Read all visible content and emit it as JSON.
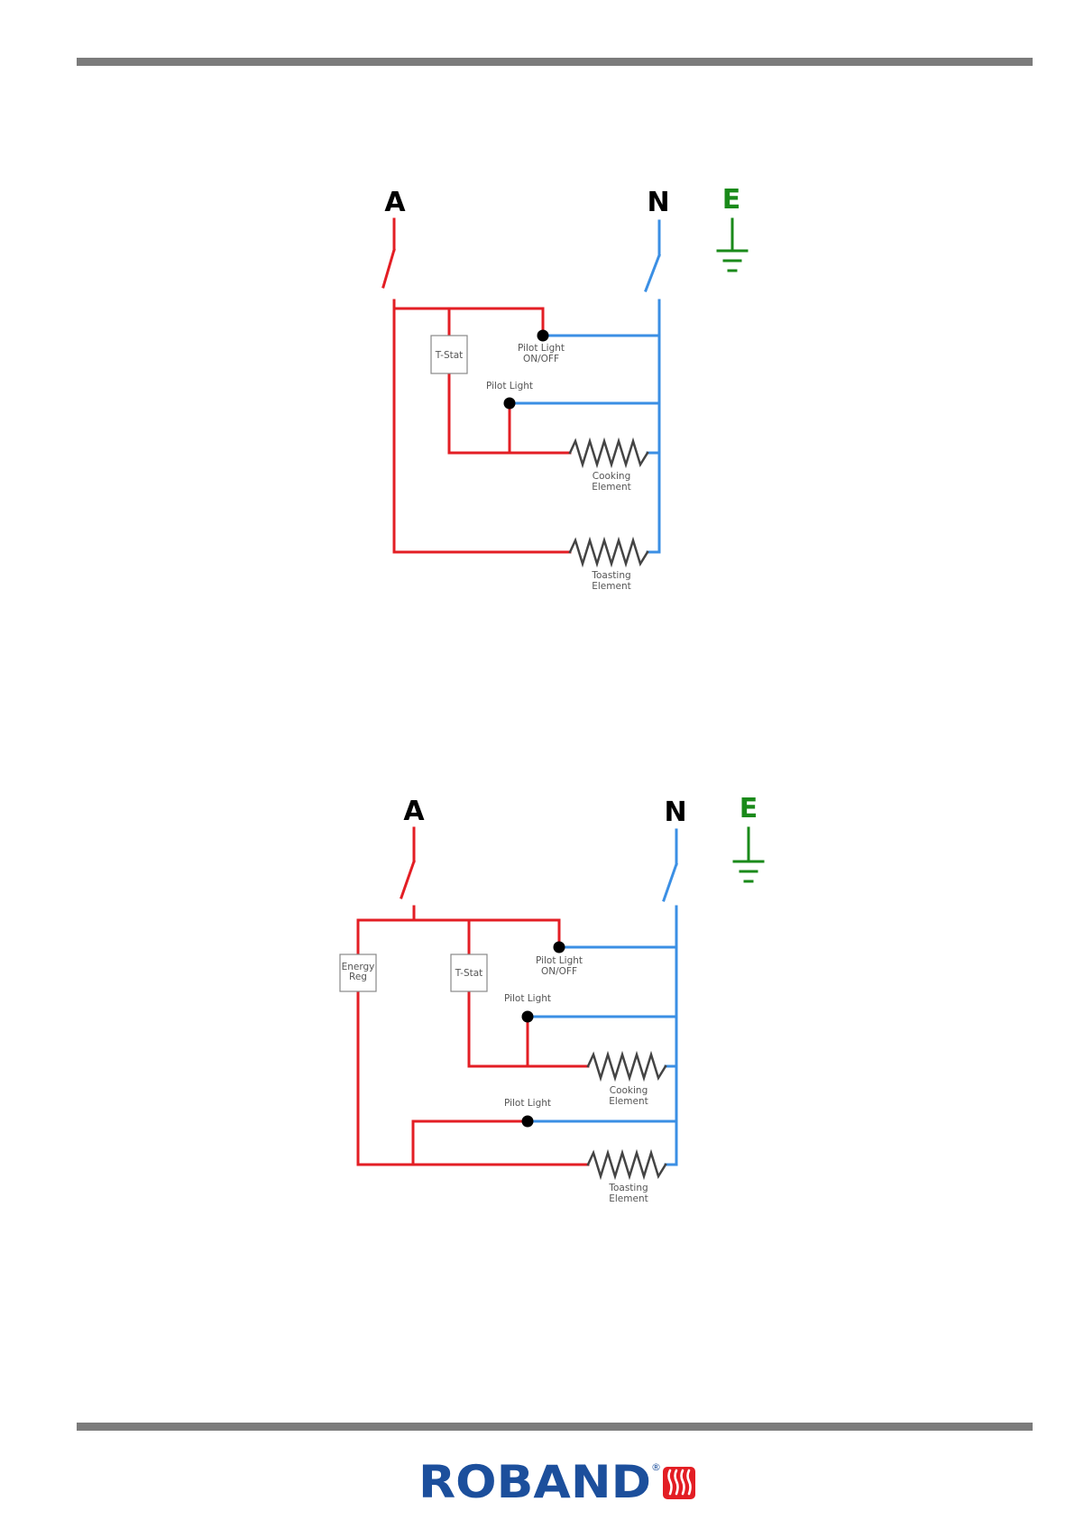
{
  "colors": {
    "active": "#e31e24",
    "neutral": "#3b8fe4",
    "earth": "#1a8a1a",
    "element": "#444444",
    "rule": "#7b7b7b",
    "logo": "#1c4f9c",
    "logo_accent": "#e31e24"
  },
  "diagram1": {
    "terminal_a": "A",
    "terminal_n": "N",
    "terminal_e": "E",
    "tstat": "T-Stat",
    "pilot_onoff_line1": "Pilot Light",
    "pilot_onoff_line2": "ON/OFF",
    "pilot_light": "Pilot Light",
    "cooking_line1": "Cooking",
    "cooking_line2": "Element",
    "toasting_line1": "Toasting",
    "toasting_line2": "Element"
  },
  "diagram2": {
    "terminal_a": "A",
    "terminal_n": "N",
    "terminal_e": "E",
    "energy_reg_line1": "Energy",
    "energy_reg_line2": "Reg",
    "tstat": "T-Stat",
    "pilot_onoff_line1": "Pilot Light",
    "pilot_onoff_line2": "ON/OFF",
    "pilot_light_1": "Pilot Light",
    "pilot_light_2": "Pilot Light",
    "cooking_line1": "Cooking",
    "cooking_line2": "Element",
    "toasting_line1": "Toasting",
    "toasting_line2": "Element"
  },
  "footer": {
    "logo_text": "ROBAND",
    "registered": "®"
  }
}
